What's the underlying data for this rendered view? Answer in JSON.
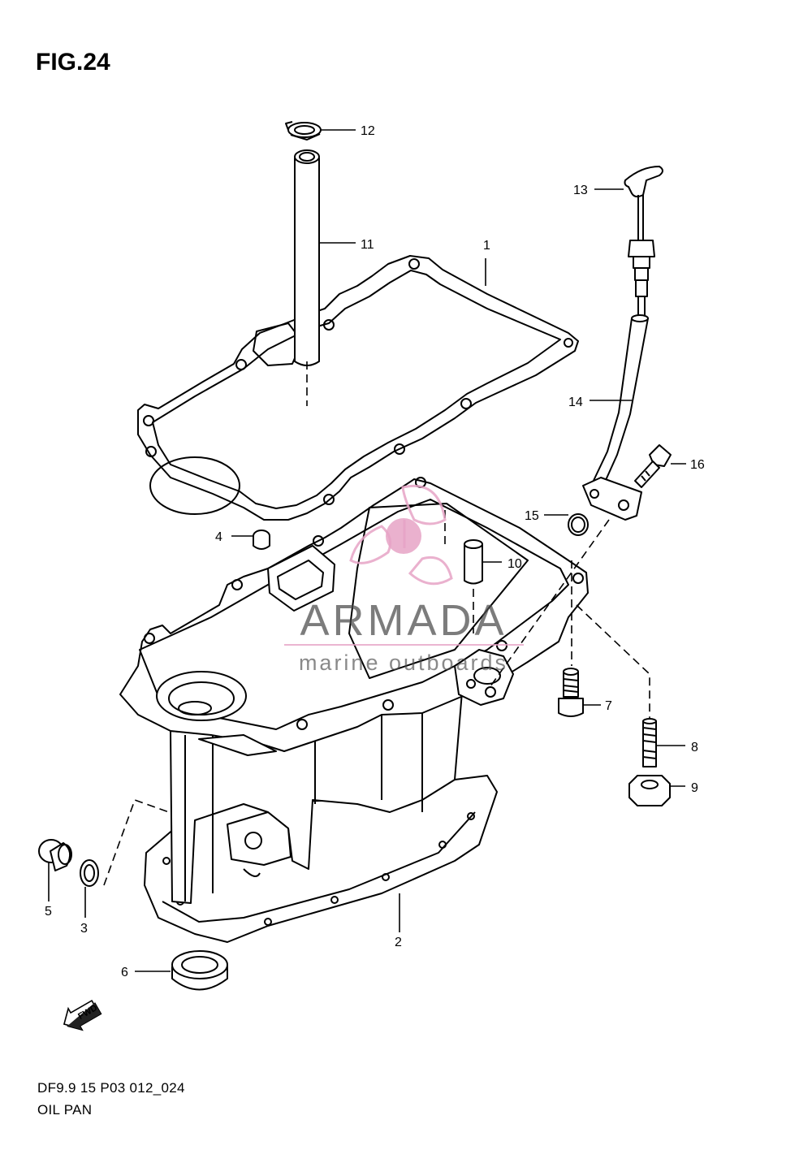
{
  "figure": {
    "title": "FIG.24",
    "code": "DF9.9 15 P03 012_024",
    "name": "OIL PAN"
  },
  "callouts": [
    "1",
    "2",
    "3",
    "4",
    "5",
    "6",
    "7",
    "8",
    "9",
    "10",
    "11",
    "12",
    "13",
    "14",
    "15",
    "16"
  ],
  "direction_marker": {
    "label": "FWD",
    "icon": "fwd-arrow-icon"
  },
  "watermark": {
    "brand": "ARMADA",
    "tagline": "marine outboards",
    "colors": {
      "logo": "#e6a3c6",
      "text": "#4a4a4a"
    }
  }
}
